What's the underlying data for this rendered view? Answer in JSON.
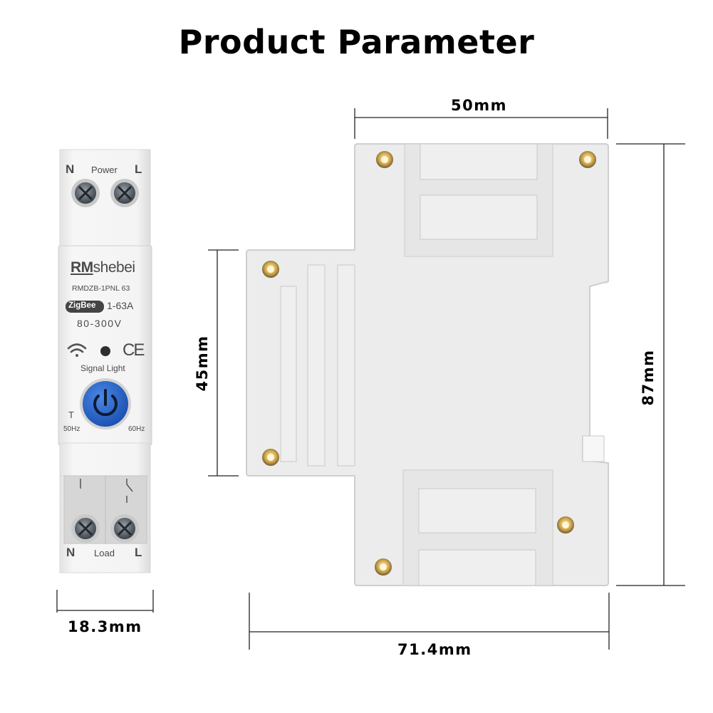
{
  "title": "Product Parameter",
  "device": {
    "top_left_terminal": "N",
    "top_label": "Power",
    "top_right_terminal": "L",
    "brand_prefix": "RM",
    "brand_suffix": "shebei",
    "model": "RMDZB-1PNL 63",
    "protocol_badge": "ZigBee",
    "current_range": "1-63A",
    "voltage": "80-300V",
    "ce_mark": "CE",
    "signal_label": "Signal Light",
    "test_label": "T",
    "freq_left": "50Hz",
    "freq_right": "60Hz",
    "bottom_left_terminal": "N",
    "bottom_label": "Load",
    "bottom_right_terminal": "L",
    "icons": [
      "wifi-icon",
      "power-icon",
      "screw-terminal-icon"
    ]
  },
  "dimensions": {
    "front_width": "18.3mm",
    "top_width": "50mm",
    "middle_height": "45mm",
    "total_height": "87mm",
    "total_depth": "71.4mm"
  },
  "colors": {
    "button_blue": "#1f5fc0",
    "housing": "#f2f2f2",
    "badge_dark": "#444444"
  }
}
